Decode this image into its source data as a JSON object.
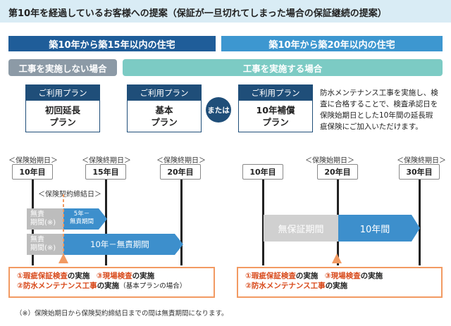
{
  "title": "第10年を経過しているお客様への提案（保証が一旦切れてしまった場合の保証継続の提案）",
  "left": {
    "header": "築10年から築15年以内の住宅",
    "sub": "工事を実施しない場合",
    "plan_head": "ご利用プラン",
    "plan_body": [
      "初回延長",
      "プラン"
    ]
  },
  "right": {
    "header": "築10年から築20年以内の住宅",
    "sub": "工事を実施する場合",
    "plan1_head": "ご利用プラン",
    "plan1_body": [
      "基本",
      "プラン"
    ],
    "or_text": "または",
    "plan2_head": "ご利用プラン",
    "plan2_body": [
      "10年補償",
      "プラン"
    ],
    "description": [
      "防水メンテナンス工事を実施し、検",
      "査に合格することで、検査承認日を",
      "保険始期日とした10年間の延長瑕",
      "疵保険にご加入いただけます。"
    ]
  },
  "timeline_left": {
    "labels": [
      "＜保険始期日＞",
      "＜保険終期日＞",
      "＜保険終期日＞"
    ],
    "years": [
      "10年目",
      "15年目",
      "20年目"
    ],
    "contract_label": "＜保険契約締結日＞",
    "row1_gray": [
      "無責",
      "期間(※)"
    ],
    "row1_blue": [
      "5年－",
      "無責期間"
    ],
    "row2_gray": [
      "無責",
      "期間(※)"
    ],
    "row2_blue": "10年－無責期間"
  },
  "timeline_right": {
    "labels": [
      "＜保険始期日＞",
      "＜保険終期日＞"
    ],
    "years": [
      "10年目",
      "20年目",
      "30年目"
    ],
    "gray": "無保証期間",
    "blue": "10年間"
  },
  "conditions_left": {
    "line1": {
      "a_red": "①瑕疵保証検査",
      "a_text": "の実施",
      "b_red": "③現場検査",
      "b_text": "の実施"
    },
    "line2": {
      "a_red": "②防水メンテナンス工事",
      "a_text": "の実施",
      "note": "（基本プランの場合）"
    }
  },
  "conditions_right": {
    "line1": {
      "a_red": "①瑕疵保証検査",
      "a_text": "の実施",
      "b_red": "③現場検査",
      "b_text": "の実施"
    },
    "line2": {
      "a_red": "②防水メンテナンス工事",
      "a_text": "の実施"
    }
  },
  "footnote": "（※）保険始期日から保険契約締結日までの間は無責期間になります。",
  "colors": {
    "dark_blue": "#1f5d99",
    "light_blue": "#3d97d0",
    "bar_blue": "#3d8fcc",
    "orange": "#f29a62",
    "red_text": "#d84a1b",
    "teal": "#7ccbc4"
  }
}
